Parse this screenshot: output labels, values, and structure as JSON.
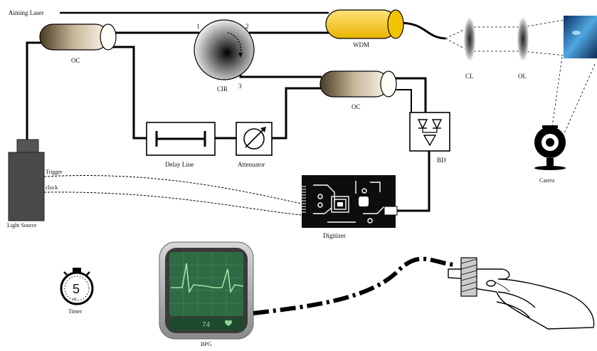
{
  "labels": {
    "aiming_laser": "Aiming Laser",
    "wdm": "WDM",
    "cl": "CL",
    "ol": "OL",
    "oc_left": "OC",
    "oc_right": "OC",
    "cir": "CIR",
    "port1": "1",
    "port2": "2",
    "port3": "3",
    "delay_line": "Delay Line",
    "attenuator": "Attenuator",
    "bd": "BD",
    "camera": "Carera",
    "trigger": "Trigger",
    "clock": "clock",
    "light_source": "Light Source",
    "digitizer": "Digitizer",
    "timer": "Timer",
    "timer_digit": "5",
    "timer_unit": "sec",
    "bpg": "BPG",
    "bpg_reading": "74"
  },
  "colors": {
    "wdm": "#f5c400",
    "screen": "#2e6b45",
    "trace": "#9be8a6"
  }
}
